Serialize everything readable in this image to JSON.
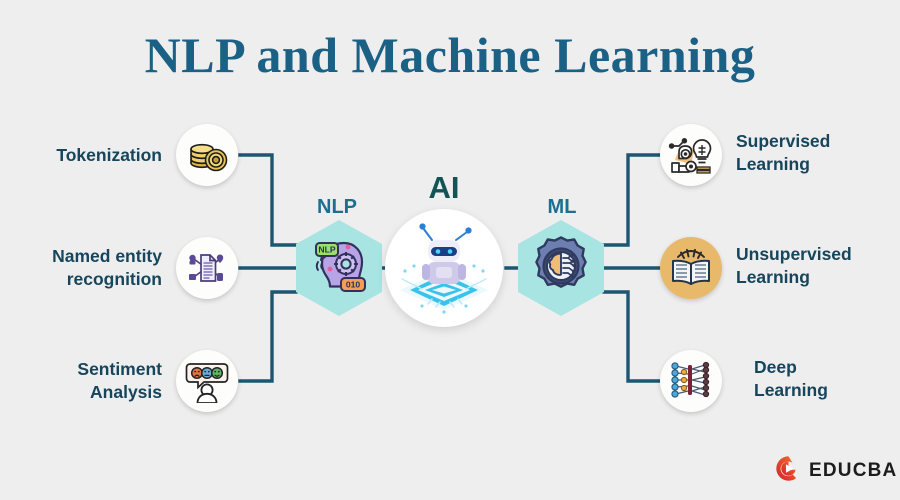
{
  "page": {
    "title": "NLP and Machine Learning",
    "background_color": "#eeeeee",
    "title_color": "#1b6186",
    "label_color": "#16455c",
    "connector_color": "#1d5671",
    "hex_fill": "#a8e4e2"
  },
  "center_nodes": {
    "nlp": {
      "caption": "NLP",
      "icon": "nlp-head-gear-icon"
    },
    "ai": {
      "caption": "AI",
      "icon": "ai-robot-chip-icon"
    },
    "ml": {
      "caption": "ML",
      "icon": "ml-gear-brain-icon"
    }
  },
  "left_branch": {
    "parent": "NLP",
    "items": [
      {
        "label": "Tokenization",
        "icon": "coin-stack-icon",
        "icon_style": "white"
      },
      {
        "label": "Named entity\nrecognition",
        "icon": "document-entities-icon",
        "icon_style": "white"
      },
      {
        "label": "Sentiment\nAnalysis",
        "icon": "person-emoji-faces-icon",
        "icon_style": "white"
      }
    ]
  },
  "right_branch": {
    "parent": "ML",
    "items": [
      {
        "label": "Supervised\nLearning",
        "icon": "robot-lightbulb-icon",
        "icon_style": "white"
      },
      {
        "label": "Unsupervised\nLearning",
        "icon": "open-book-icon",
        "icon_style": "tan"
      },
      {
        "label": "Deep\nLearning",
        "icon": "neural-network-icon",
        "icon_style": "white"
      }
    ]
  },
  "branding": {
    "name": "EDUCBA",
    "mark": "educba-e-play-icon",
    "mark_color": "#e8392e"
  }
}
